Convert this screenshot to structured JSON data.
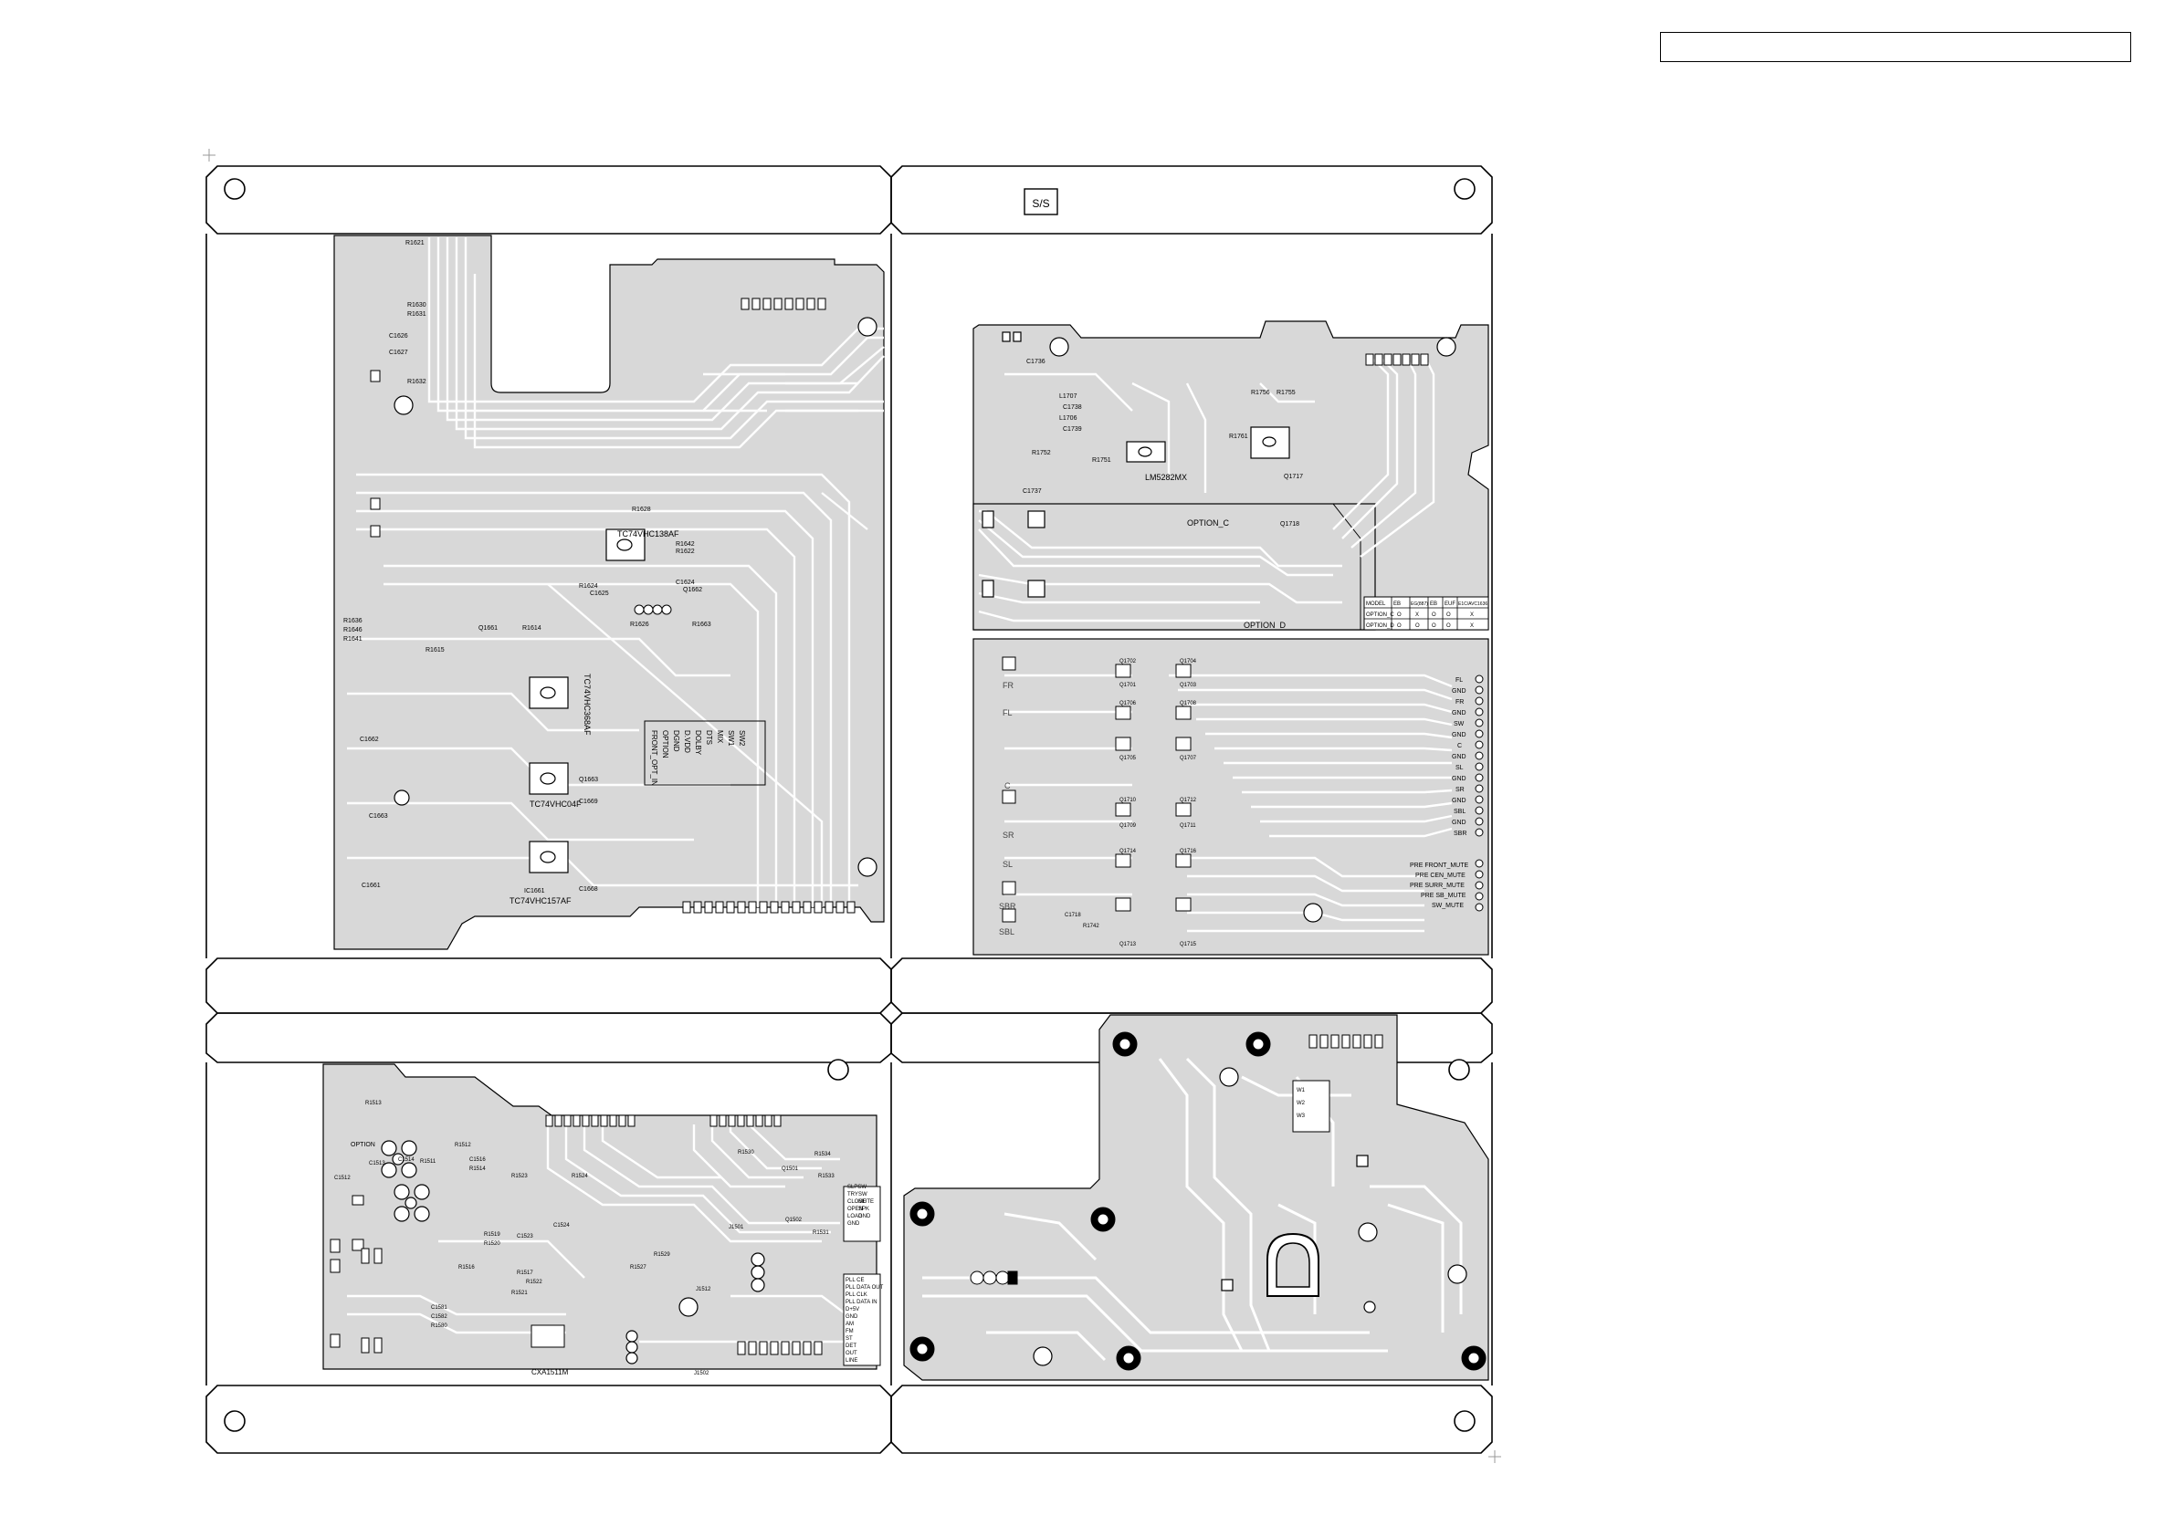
{
  "header": {
    "title_box_text": ""
  },
  "badge": {
    "ss": "S/S"
  },
  "board_tl": {
    "ic_top": "TC74VHC138AF",
    "ic_mid": "TC74VHC368AF",
    "ic_mid2": "TC74VHC04F",
    "ic_bot": "TC74VHC157AF",
    "ref_labels": [
      "R1621",
      "R1630",
      "C1626",
      "C1627",
      "R1631",
      "R1632",
      "R1628",
      "R1642",
      "R1622",
      "R1624",
      "C1625",
      "C1624",
      "Q1662",
      "R1663",
      "R1626",
      "R1636",
      "R1646",
      "R1641",
      "Q1661",
      "R1614",
      "R1615",
      "C1662",
      "C1663",
      "C1661",
      "IC1661",
      "Q1663",
      "C1669",
      "C1668"
    ],
    "connector_pins": [
      "FRONT_OPT_IN",
      "OPTION",
      "DGND",
      "D.VDD",
      "DOLBY",
      "DTS",
      "MIX",
      "SW1",
      "SW2"
    ]
  },
  "board_tr": {
    "ic": "LM5282MX",
    "option_c": "OPTION_C",
    "option_d": "OPTION_D",
    "refs": [
      "L1707",
      "C1738",
      "L1706",
      "C1739",
      "R1751",
      "R1752",
      "C1737",
      "C1736",
      "R1756",
      "R1755",
      "Q1717",
      "Q1718",
      "R1761"
    ],
    "model_table": {
      "headers": [
        "MODEL",
        "EB",
        "EG(887)",
        "EB",
        "EUF",
        "E1C/AVC1636"
      ],
      "rows": [
        [
          "OPTION_C",
          "O",
          "X",
          "O",
          "O",
          "X"
        ],
        [
          "OPTION_D",
          "O",
          "O",
          "O",
          "O",
          "X"
        ]
      ]
    }
  },
  "board_mr": {
    "ch_left": [
      "FR",
      "FL",
      "C",
      "SR",
      "SL",
      "SBR",
      "SBL"
    ],
    "ch_right": [
      "FL",
      "GND",
      "FR",
      "GND",
      "SW",
      "GND",
      "C",
      "GND",
      "SL",
      "GND",
      "SR",
      "GND",
      "SBL",
      "GND",
      "SBR"
    ],
    "mute_labels": [
      "PRE FRONT_MUTE",
      "PRE CEN_MUTE",
      "PRE SURR_MUTE",
      "PRE SB_MUTE",
      "SW_MUTE"
    ],
    "refs": [
      "Q1702",
      "Q1704",
      "Q1701",
      "Q1703",
      "Q1706",
      "Q1708",
      "Q1705",
      "Q1707",
      "Q1710",
      "Q1712",
      "Q1709",
      "Q1711",
      "Q1714",
      "Q1716",
      "Q1713",
      "Q1715",
      "R1742",
      "C1718"
    ]
  },
  "board_bl": {
    "ic": "CXA1511M",
    "option": "OPTION",
    "refs": [
      "C1512",
      "C1513",
      "C1514",
      "R1512",
      "R1511",
      "R1513",
      "R1514",
      "R1516",
      "C1516",
      "R1517",
      "R1519",
      "R1520",
      "R1521",
      "R1522",
      "R1523",
      "C1523",
      "R1524",
      "C1524",
      "R1527",
      "R1529",
      "R1530",
      "R1531",
      "R1533",
      "R1534",
      "Q1501",
      "Q1502",
      "J1501",
      "J1502",
      "J1512",
      "C1581",
      "C1582",
      "R1580"
    ],
    "side_pins": [
      "SLPSW",
      "TRY",
      "CLOSE",
      "OPEN",
      "LOAD",
      "GND",
      "SW",
      "MUTE",
      "SPK",
      "GND"
    ],
    "bottom_pins": [
      "PLL CE",
      "PLL DATA OUT",
      "PLL CLK",
      "PLL DATA IN",
      "D+5V",
      "GND",
      "AM",
      "FM",
      "ST",
      "DET",
      "OUT",
      "LINE"
    ]
  },
  "board_br": {
    "refs": [
      "W1",
      "W2",
      "W3"
    ]
  }
}
